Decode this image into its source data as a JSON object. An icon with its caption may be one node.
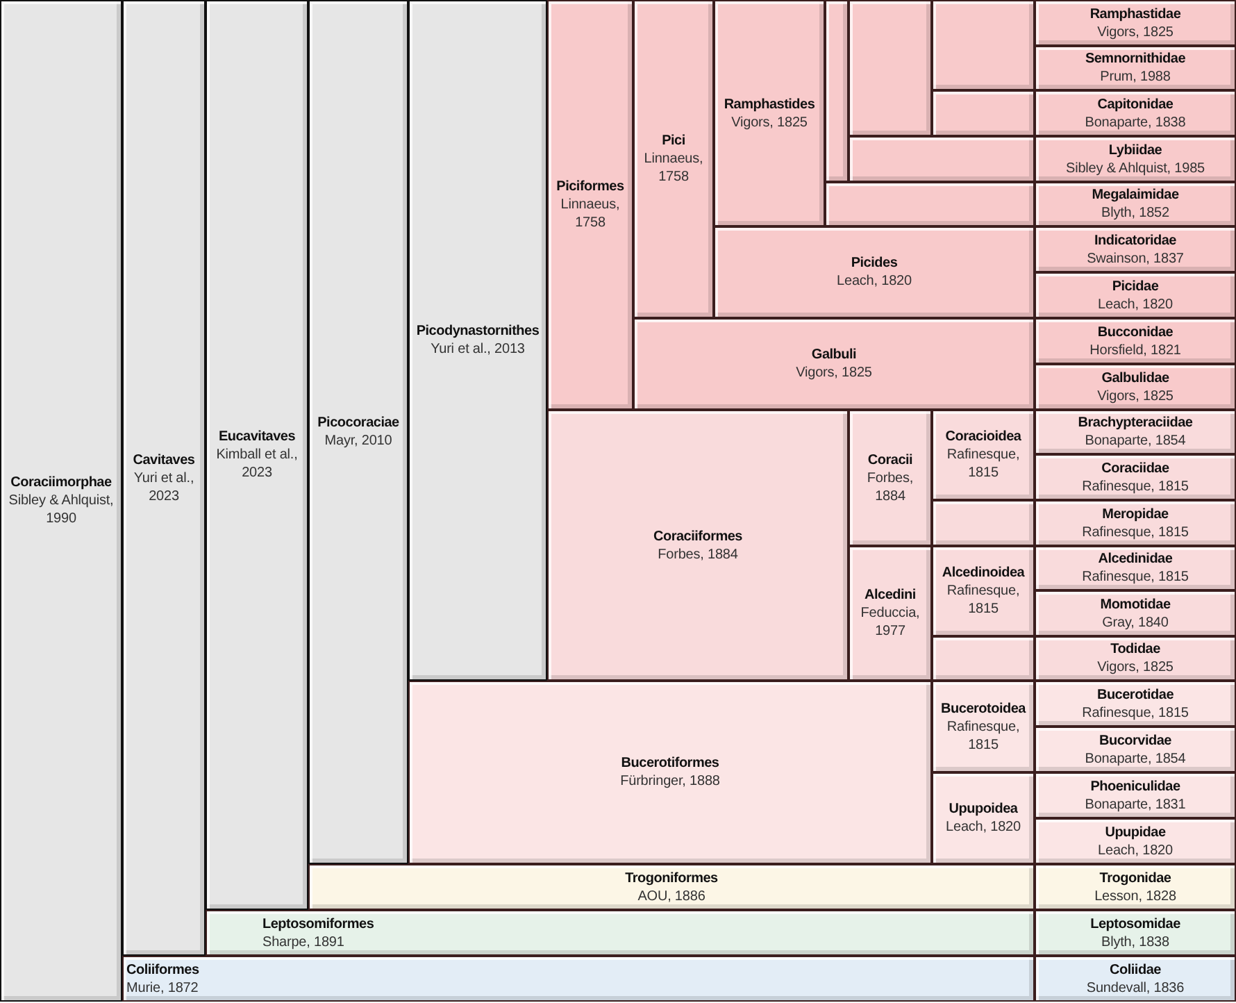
{
  "diagram": {
    "nodes": [
      {
        "text": [
          "Coraciimorphae",
          "Sibley & Ahlquist, 1990"
        ]
      },
      {
        "text": [
          "Cavitaves",
          "Yuri et al., 2023"
        ]
      },
      {
        "text": [
          "Eucavitaves",
          "Kimball et al., 2023"
        ]
      },
      {
        "text": [
          "Picocoraciae",
          "Mayr, 2010"
        ]
      },
      {
        "text": [
          "Picodynastornithes",
          "Yuri et al., 2013"
        ]
      },
      {
        "text": [
          "Piciformes",
          "Linnaeus, 1758"
        ]
      },
      {
        "text": [
          "Pici",
          "Linnaeus, 1758"
        ]
      },
      {
        "text": [
          "Ramphastides",
          "Vigors, 1825"
        ]
      },
      {
        "text": [],
        "shape": "box"
      },
      {
        "text": [],
        "shape": "box"
      },
      {
        "text": [],
        "shape": "box"
      },
      {
        "text": [
          "Ramphastidae",
          "Vigors, 1825"
        ]
      },
      {
        "text": [
          "Semnornithidae",
          "Prum, 1988"
        ]
      },
      {
        "text": [],
        "shape": "box"
      },
      {
        "text": [
          "Capitonidae",
          "Bonaparte, 1838"
        ]
      },
      {
        "text": [],
        "shape": "box"
      },
      {
        "text": [
          "Lybiidae",
          "Sibley & Ahlquist, 1985"
        ]
      },
      {
        "text": [],
        "shape": "box"
      },
      {
        "text": [
          "Megalaimidae",
          "Blyth, 1852"
        ]
      },
      {
        "text": [
          "Picides",
          "Leach, 1820"
        ]
      },
      {
        "text": [
          "Indicatoridae",
          "Swainson, 1837"
        ]
      },
      {
        "text": [
          "Picidae",
          "Leach, 1820"
        ]
      },
      {
        "text": [
          "Galbuli",
          "Vigors, 1825"
        ]
      },
      {
        "text": [
          "Bucconidae",
          "Horsfield, 1821"
        ]
      },
      {
        "text": [
          "Galbulidae",
          "Vigors, 1825"
        ]
      },
      {
        "text": [
          "Coraciiformes",
          "Forbes, 1884"
        ]
      },
      {
        "text": [
          "Coracii",
          "Forbes, 1884"
        ]
      },
      {
        "text": [
          "Coracioidea",
          "Rafinesque, 1815"
        ]
      },
      {
        "text": [
          "Brachypteraciidae",
          "Bonaparte, 1854"
        ]
      },
      {
        "text": [
          "Coraciidae",
          "Rafinesque, 1815"
        ]
      },
      {
        "text": [],
        "shape": "box"
      },
      {
        "text": [
          "Meropidae",
          "Rafinesque, 1815"
        ]
      },
      {
        "text": [
          "Alcedini",
          "Feduccia, 1977"
        ]
      },
      {
        "text": [
          "Alcedinoidea",
          "Rafinesque, 1815"
        ]
      },
      {
        "text": [
          "Alcedinidae",
          "Rafinesque, 1815"
        ]
      },
      {
        "text": [
          "Momotidae",
          "Gray, 1840"
        ]
      },
      {
        "text": [],
        "shape": "box"
      },
      {
        "text": [
          "Todidae",
          "Vigors, 1825"
        ]
      },
      {
        "text": [
          "Bucerotiformes",
          "Fürbringer, 1888"
        ]
      },
      {
        "text": [
          "Bucerotoidea",
          "Rafinesque, 1815"
        ]
      },
      {
        "text": [
          "Bucerotidae",
          "Rafinesque, 1815"
        ]
      },
      {
        "text": [
          "Bucorvidae",
          "Bonaparte, 1854"
        ]
      },
      {
        "text": [
          "Upupoidea",
          "Leach, 1820"
        ]
      },
      {
        "text": [
          "Phoeniculidae",
          "Bonaparte, 1831"
        ]
      },
      {
        "text": [
          "Upupidae",
          "Leach, 1820"
        ]
      },
      {
        "text": [
          "Trogoniformes",
          "AOU, 1886"
        ]
      },
      {
        "text": [
          "Trogonidae",
          "Lesson, 1828"
        ]
      },
      {
        "text": [
          "Leptosomiformes",
          "Sharpe, 1891"
        ]
      },
      {
        "text": [
          "Leptosomidae",
          "Blyth, 1838"
        ]
      },
      {
        "text": [
          "Coliiformes",
          "Murie, 1872"
        ]
      },
      {
        "text": [
          "Coliidae",
          "Sundevall, 1836"
        ]
      }
    ]
  }
}
